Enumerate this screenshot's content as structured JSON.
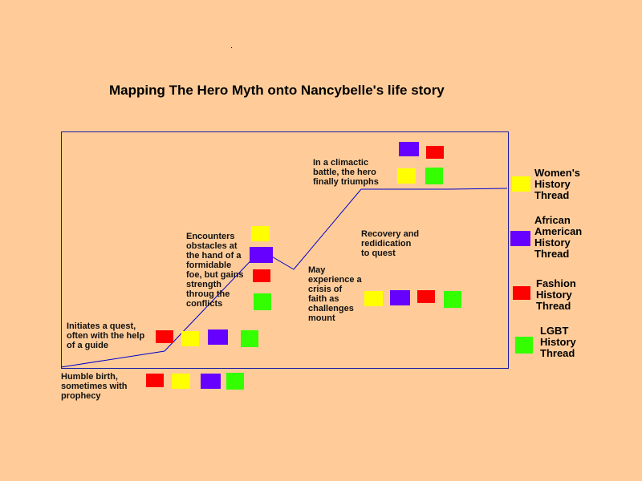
{
  "title": "Mapping The Hero Myth onto Nancybelle's life story",
  "colors": {
    "women": "#ffff00",
    "african_american": "#6600ff",
    "fashion": "#ff0000",
    "lgbt": "#33ff00",
    "line": "#0000cc",
    "background": "#ffcc99"
  },
  "stages": {
    "humble_birth": "Humble birth,\nsometimes with\nprophecy",
    "initiates_quest": "Initiates a quest,\noften with the help\nof a guide",
    "encounters_obstacles": "Encounters\nobstacles at\nthe hand of a\nformidable\nfoe, but gains\nstrength\nthroug the\nconflicts",
    "crisis_of_faith": "May\nexperience a\ncrisis of\nfaith as\nchallenges\nmount",
    "recovery": "Recovery and\nredidication\nto quest",
    "triumph": "In a climactic\nbattle, the hero\nfinally triumphs"
  },
  "legend": {
    "women": "Women's\nHistory\nThread",
    "african_american": "African\nAmerican\nHistory\nThread",
    "fashion": "Fashion\nHistory\nThread",
    "lgbt": "LGBT\nHistory\nThread"
  }
}
